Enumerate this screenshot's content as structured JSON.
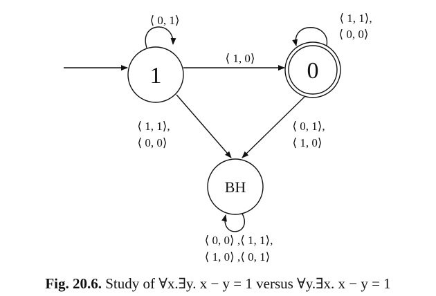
{
  "states": {
    "one": {
      "label": "1"
    },
    "zero": {
      "label": "0"
    },
    "bh": {
      "label": "BH"
    }
  },
  "edges": {
    "loop_one": [
      "⟨ 0, 1⟩"
    ],
    "one_to_zero": [
      "⟨ 1, 0⟩"
    ],
    "loop_zero": [
      "⟨ 1, 1⟩,",
      "⟨ 0, 0⟩"
    ],
    "one_to_bh": [
      "⟨ 1, 1⟩,",
      "⟨ 0, 0⟩"
    ],
    "zero_to_bh": [
      "⟨ 0, 1⟩,",
      "⟨ 1, 0⟩"
    ],
    "loop_bh": [
      "⟨ 0, 0⟩ ,⟨ 1, 1⟩,",
      "⟨ 1, 0⟩ ,⟨ 0, 1⟩"
    ]
  },
  "caption": {
    "number": "Fig. 20.6.",
    "text": "Study of ∀x.∃y. x − y = 1 versus ∀y.∃x. x − y = 1"
  }
}
